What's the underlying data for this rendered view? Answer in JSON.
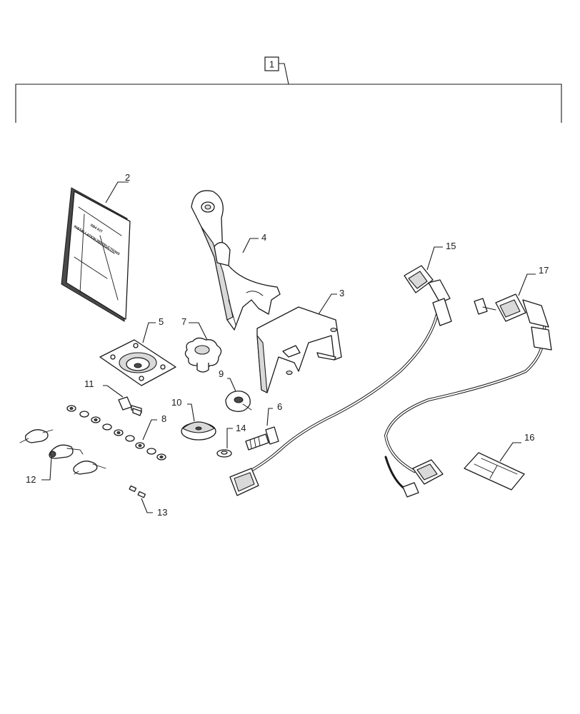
{
  "kit_callout": "1",
  "callouts": [
    "2",
    "3",
    "4",
    "5",
    "6",
    "7",
    "8",
    "9",
    "10",
    "11",
    "12",
    "13",
    "14",
    "15",
    "16",
    "17"
  ],
  "manual_text": [
    "SB4 KIT",
    "INSTALLATION INSTRUCTIONS"
  ],
  "icons": [
    "parts-diagram"
  ]
}
